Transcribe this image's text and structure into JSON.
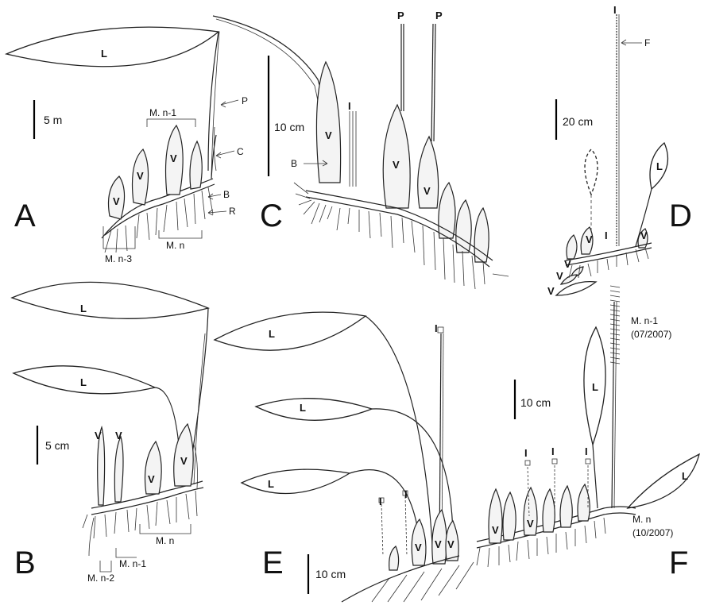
{
  "panels": [
    "A",
    "B",
    "C",
    "D",
    "E",
    "F"
  ],
  "organs": {
    "leaf": "L",
    "sheath": "V",
    "inflorescence": "I",
    "petiole": "P"
  },
  "annotations": {
    "a_p": "P",
    "a_c": "C",
    "a_b": "B",
    "a_r": "R",
    "a_mn1": "M. n-1",
    "a_mn": "M. n",
    "a_mn3": "M. n-3",
    "b_mn": "M. n",
    "b_mn1": "M. n-1",
    "b_mn2": "M. n-2",
    "c_b": "B",
    "d_f": "F",
    "f_mn1": "M. n-1",
    "f_mn1_date": "(07/2007)",
    "f_mn": "M. n",
    "f_mn_date": "(10/2007)"
  },
  "scale_bars": {
    "a": "5 m",
    "b": "5 cm",
    "c": "10 cm",
    "d": "20 cm",
    "e": "10 cm",
    "f": "10 cm"
  }
}
